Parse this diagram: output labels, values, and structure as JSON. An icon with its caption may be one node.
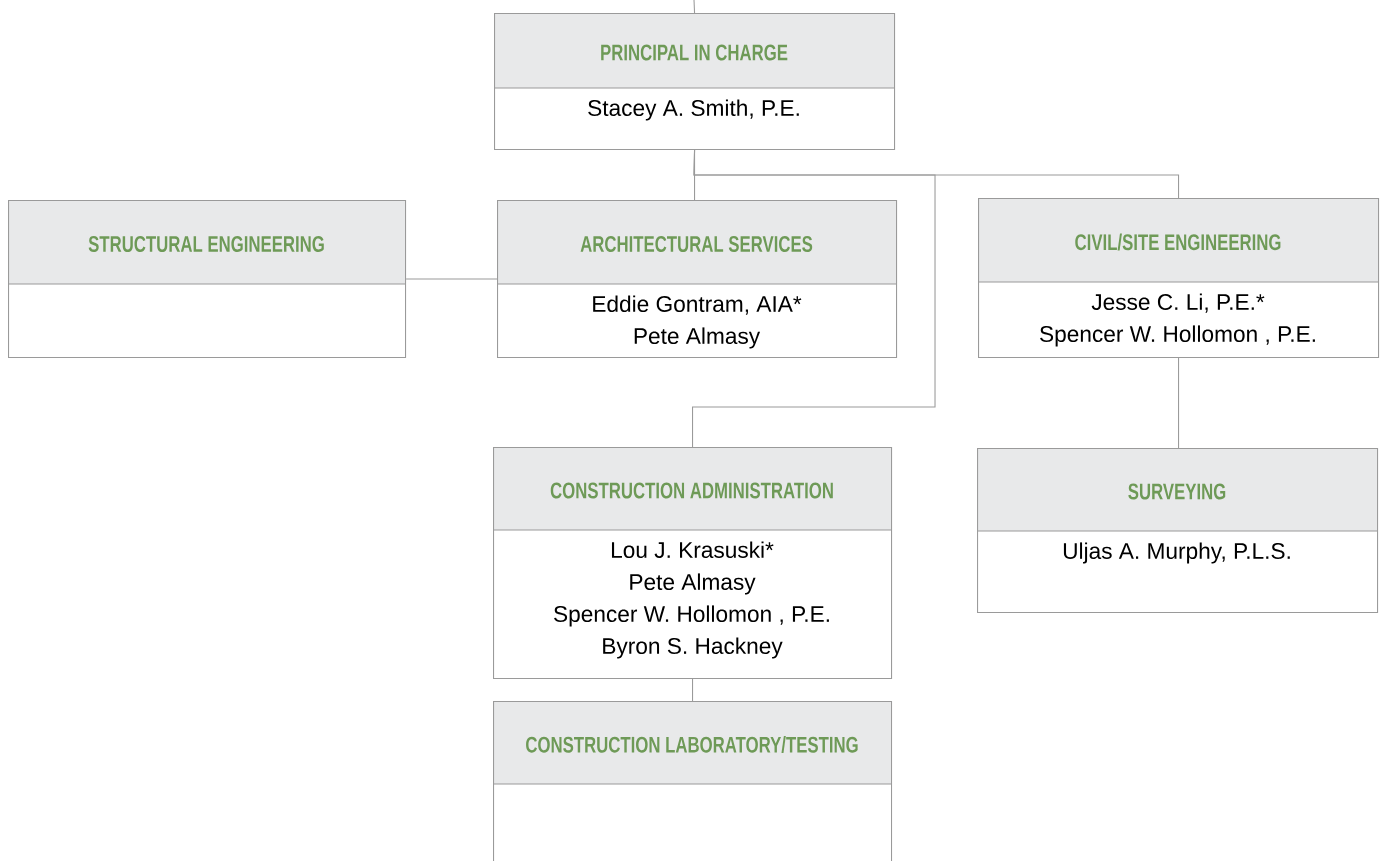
{
  "diagram": {
    "nodes": [
      {
        "text": [
          "PRINCIPAL IN CHARGE",
          "Stacey A. Smith, P.E."
        ]
      },
      {
        "text": [
          "STRUCTURAL ENGINEERING"
        ]
      },
      {
        "text": [
          "ARCHITECTURAL SERVICES",
          "Eddie Gontram, AIA*",
          "Pete Almasy"
        ]
      },
      {
        "text": [
          "CIVIL/SITE ENGINEERING",
          "Jesse C. Li, P.E.*",
          "Spencer W. Hollomon , P.E."
        ]
      },
      {
        "text": [
          "CONSTRUCTION ADMINISTRATION",
          "Lou J. Krasuski*",
          "Pete Almasy",
          "Spencer W. Hollomon , P.E.",
          "Byron S. Hackney"
        ]
      },
      {
        "text": [
          "SURVEYING",
          "Uljas A. Murphy, P.L.S."
        ]
      },
      {
        "text": [
          "CONSTRUCTION LABORATORY/TESTING"
        ]
      }
    ],
    "edges": [
      {
        "from": null,
        "to": 0,
        "arrow": "none"
      },
      {
        "from": 0,
        "to": 2,
        "arrow": "none"
      },
      {
        "from": 0,
        "to": 3,
        "arrow": "none"
      },
      {
        "from": 0,
        "to": 4,
        "arrow": "none"
      },
      {
        "from": 2,
        "to": 1,
        "arrow": "none"
      },
      {
        "from": 3,
        "to": 5,
        "arrow": "none"
      },
      {
        "from": 4,
        "to": 6,
        "arrow": "none"
      }
    ]
  }
}
